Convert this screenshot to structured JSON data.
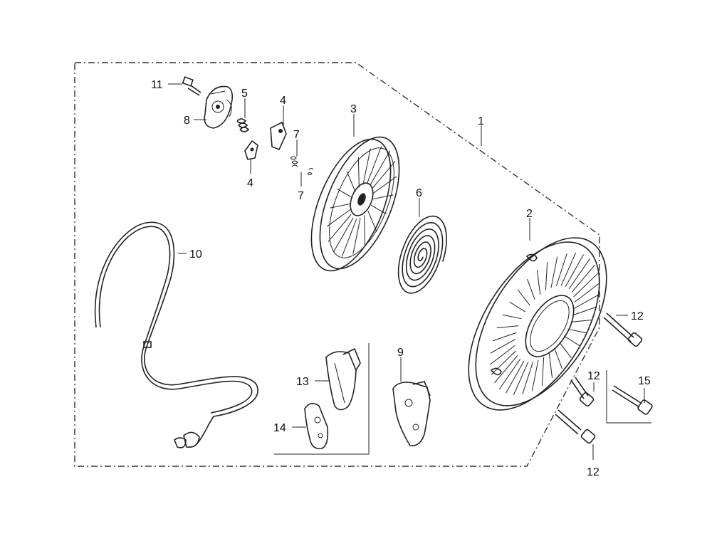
{
  "diagram": {
    "callouts": [
      {
        "id": "c1",
        "text": "1"
      },
      {
        "id": "c2",
        "text": "2"
      },
      {
        "id": "c3",
        "text": "3"
      },
      {
        "id": "c4a",
        "text": "4"
      },
      {
        "id": "c4b",
        "text": "4"
      },
      {
        "id": "c5",
        "text": "5"
      },
      {
        "id": "c6",
        "text": "6"
      },
      {
        "id": "c7a",
        "text": "7"
      },
      {
        "id": "c7b",
        "text": "7"
      },
      {
        "id": "c8",
        "text": "8"
      },
      {
        "id": "c9",
        "text": "9"
      },
      {
        "id": "c10",
        "text": "10"
      },
      {
        "id": "c11",
        "text": "11"
      },
      {
        "id": "c12a",
        "text": "12"
      },
      {
        "id": "c12b",
        "text": "12"
      },
      {
        "id": "c12c",
        "text": "12"
      },
      {
        "id": "c13",
        "text": "13"
      },
      {
        "id": "c14",
        "text": "14"
      },
      {
        "id": "c15",
        "text": "15"
      }
    ]
  }
}
